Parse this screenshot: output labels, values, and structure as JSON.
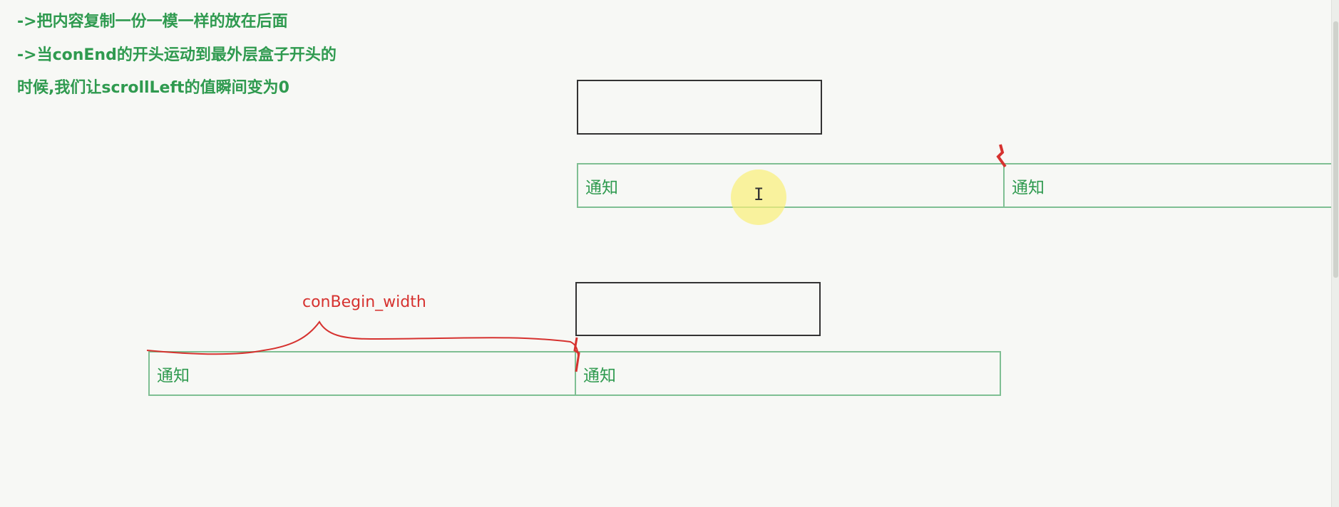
{
  "notes": [
    "->把内容复制一份一模一样的放在后面",
    "->当conEnd的开头运动到最外层盒子开头的",
    "时候,我们让scrollLeft的值瞬间变为0"
  ],
  "top_strip": {
    "cells": [
      "通知",
      "通知"
    ]
  },
  "bottom_strip": {
    "cells": [
      "通知",
      "通知"
    ]
  },
  "annotation": {
    "brace_label": "conBegin_width"
  },
  "colors": {
    "text_green": "#2f9a4f",
    "border_green": "#7fbf93",
    "annotation_red": "#d6322f",
    "cursor_highlight": "#f7ee7a"
  }
}
